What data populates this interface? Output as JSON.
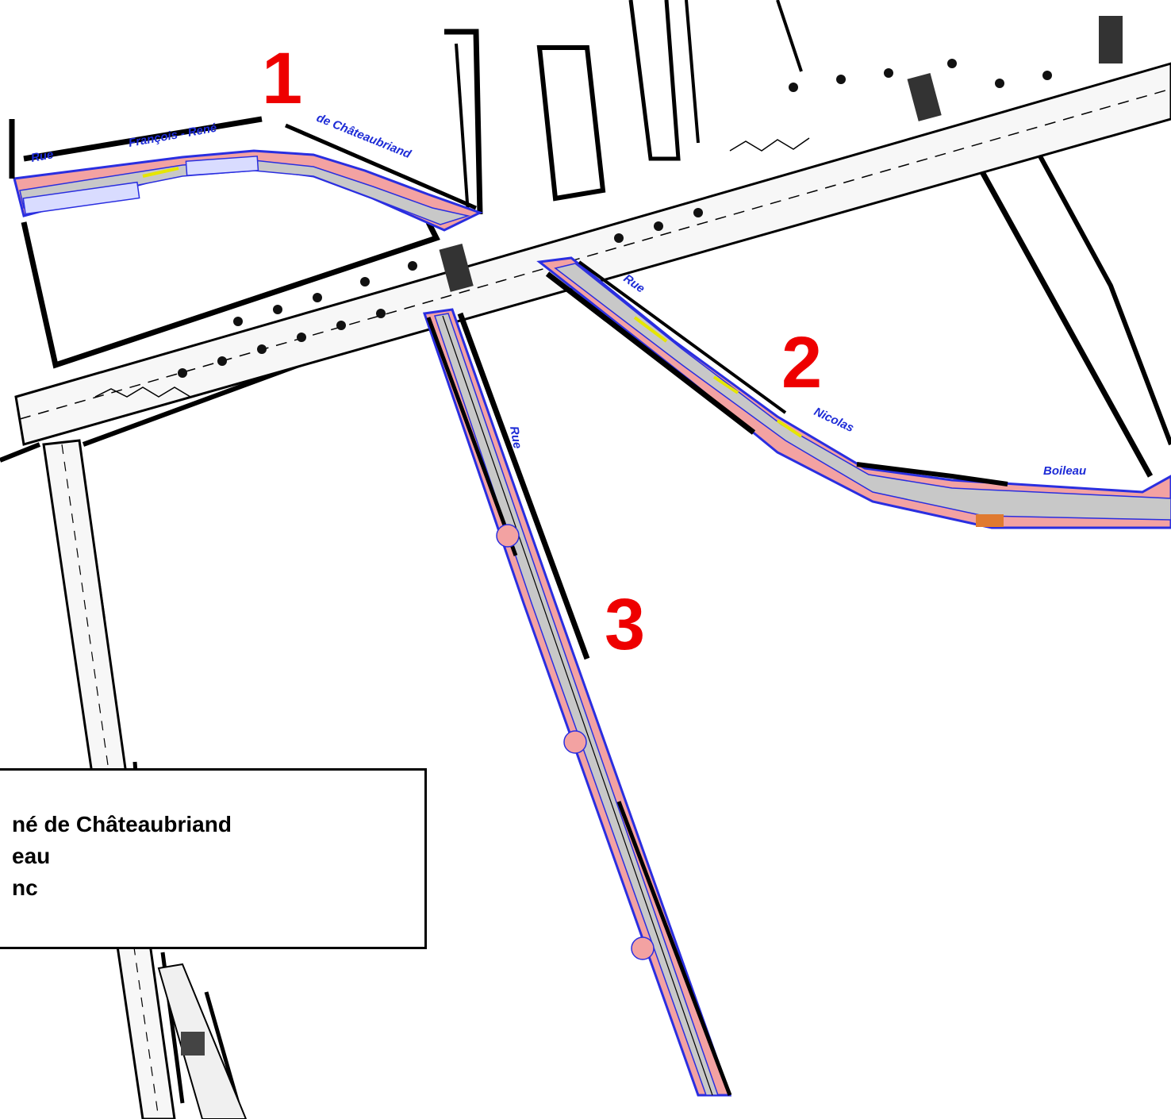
{
  "map": {
    "colors": {
      "project_fill": "#f3a2a2",
      "roadway_gray": "#c8c8c8",
      "outline_blue": "#2a2ee0",
      "zone_red": "#ee0000",
      "street_label_blue": "#1d2bd6"
    },
    "street_labels": {
      "rue_1": "Rue",
      "francois_rene": "François - René",
      "de_chateaubriand": "de Châteaubriand",
      "rue_2": "Rue",
      "nicolas": "Nicolas",
      "boileau": "Boileau",
      "rue_3": "Rue"
    },
    "zones": {
      "zone_1": "1",
      "zone_2": "2",
      "zone_3": "3"
    },
    "legend": {
      "line_1": "né de Châteaubriand",
      "line_2": "eau",
      "line_3": "nc"
    }
  }
}
